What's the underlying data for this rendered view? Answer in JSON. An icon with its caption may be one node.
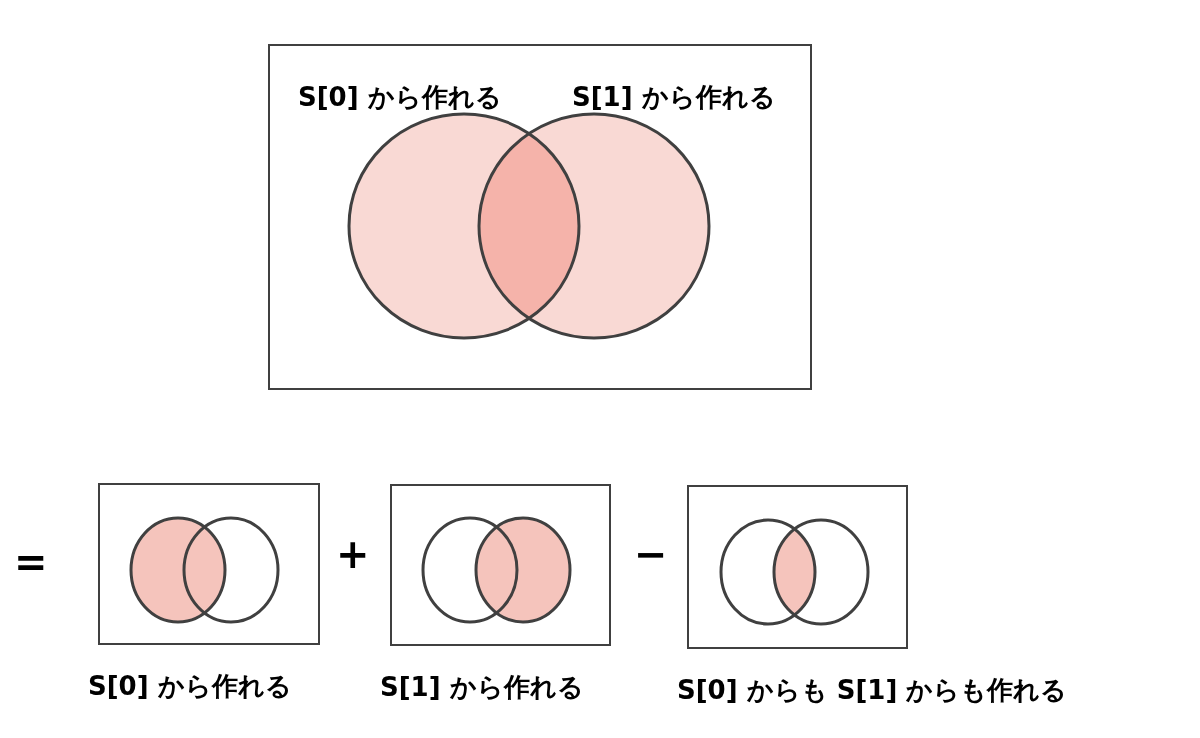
{
  "diagram": {
    "nodes": [
      {
        "text": [
          "S[0] から作れる",
          "S[1] から作れる"
        ]
      },
      {
        "text": [],
        "shape": "box",
        "beside": [
          "S[0] から作れる"
        ]
      },
      {
        "text": [],
        "shape": "box",
        "beside": [
          "S[1] から作れる"
        ]
      },
      {
        "text": [],
        "shape": "box",
        "beside": [
          "S[0] からも S[1] からも作れる"
        ]
      }
    ],
    "edges": [],
    "labels": [
      "=",
      "+",
      "−"
    ]
  }
}
